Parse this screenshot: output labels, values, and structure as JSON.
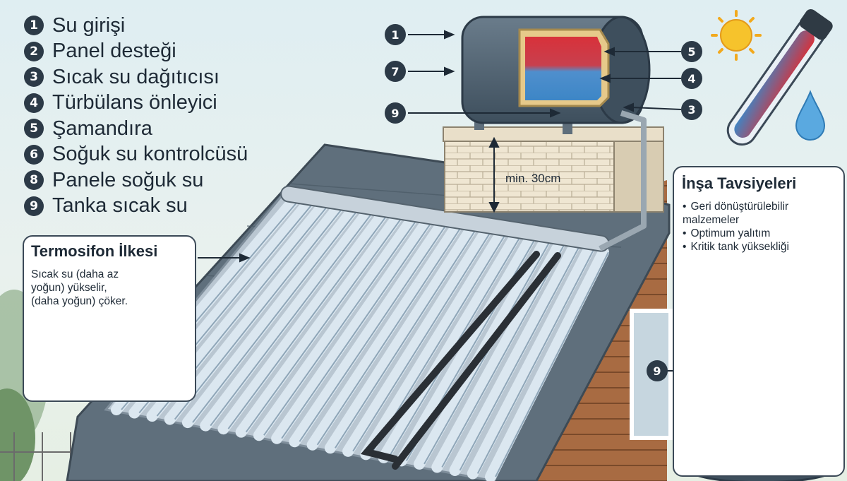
{
  "legend": [
    {
      "num": "1",
      "label": "Su girişi"
    },
    {
      "num": "2",
      "label": "Panel desteği"
    },
    {
      "num": "3",
      "label": "Sıcak su dağıtıcısı"
    },
    {
      "num": "4",
      "label": "Türbülans önleyici"
    },
    {
      "num": "5",
      "label": "Şamandıra"
    },
    {
      "num": "6",
      "label": "Soğuk su kontrolcüsü"
    },
    {
      "num": "8",
      "label": "Panele soğuk su"
    },
    {
      "num": "9",
      "label": "Tanka sıcak su"
    }
  ],
  "thermosiphon": {
    "title": "Termosifon İlkesi",
    "description": "Sıcak su (daha az yoğun) yükselir, (daha yoğun) çöker."
  },
  "advice": {
    "title": "İnşa Tavsiyeleri",
    "items": [
      "Geri dönüştürülebilir malzemeler",
      "Optimum yalıtım",
      "Kritik tank yüksekliği"
    ]
  },
  "dimension_label": "min. 30cm",
  "callouts": {
    "tank_left_top": "1",
    "tank_left_mid": "7",
    "tank_left_low": "9",
    "tank_right_top": "5",
    "tank_right_mid": "4",
    "tank_right_low": "3",
    "detail": "9"
  },
  "colors": {
    "dark": "#2c3a47",
    "hot": "#d8313a",
    "cold": "#3d86c6",
    "tank": "#4d6070",
    "brick": "#efe6d2",
    "wood": "#a86b42"
  }
}
